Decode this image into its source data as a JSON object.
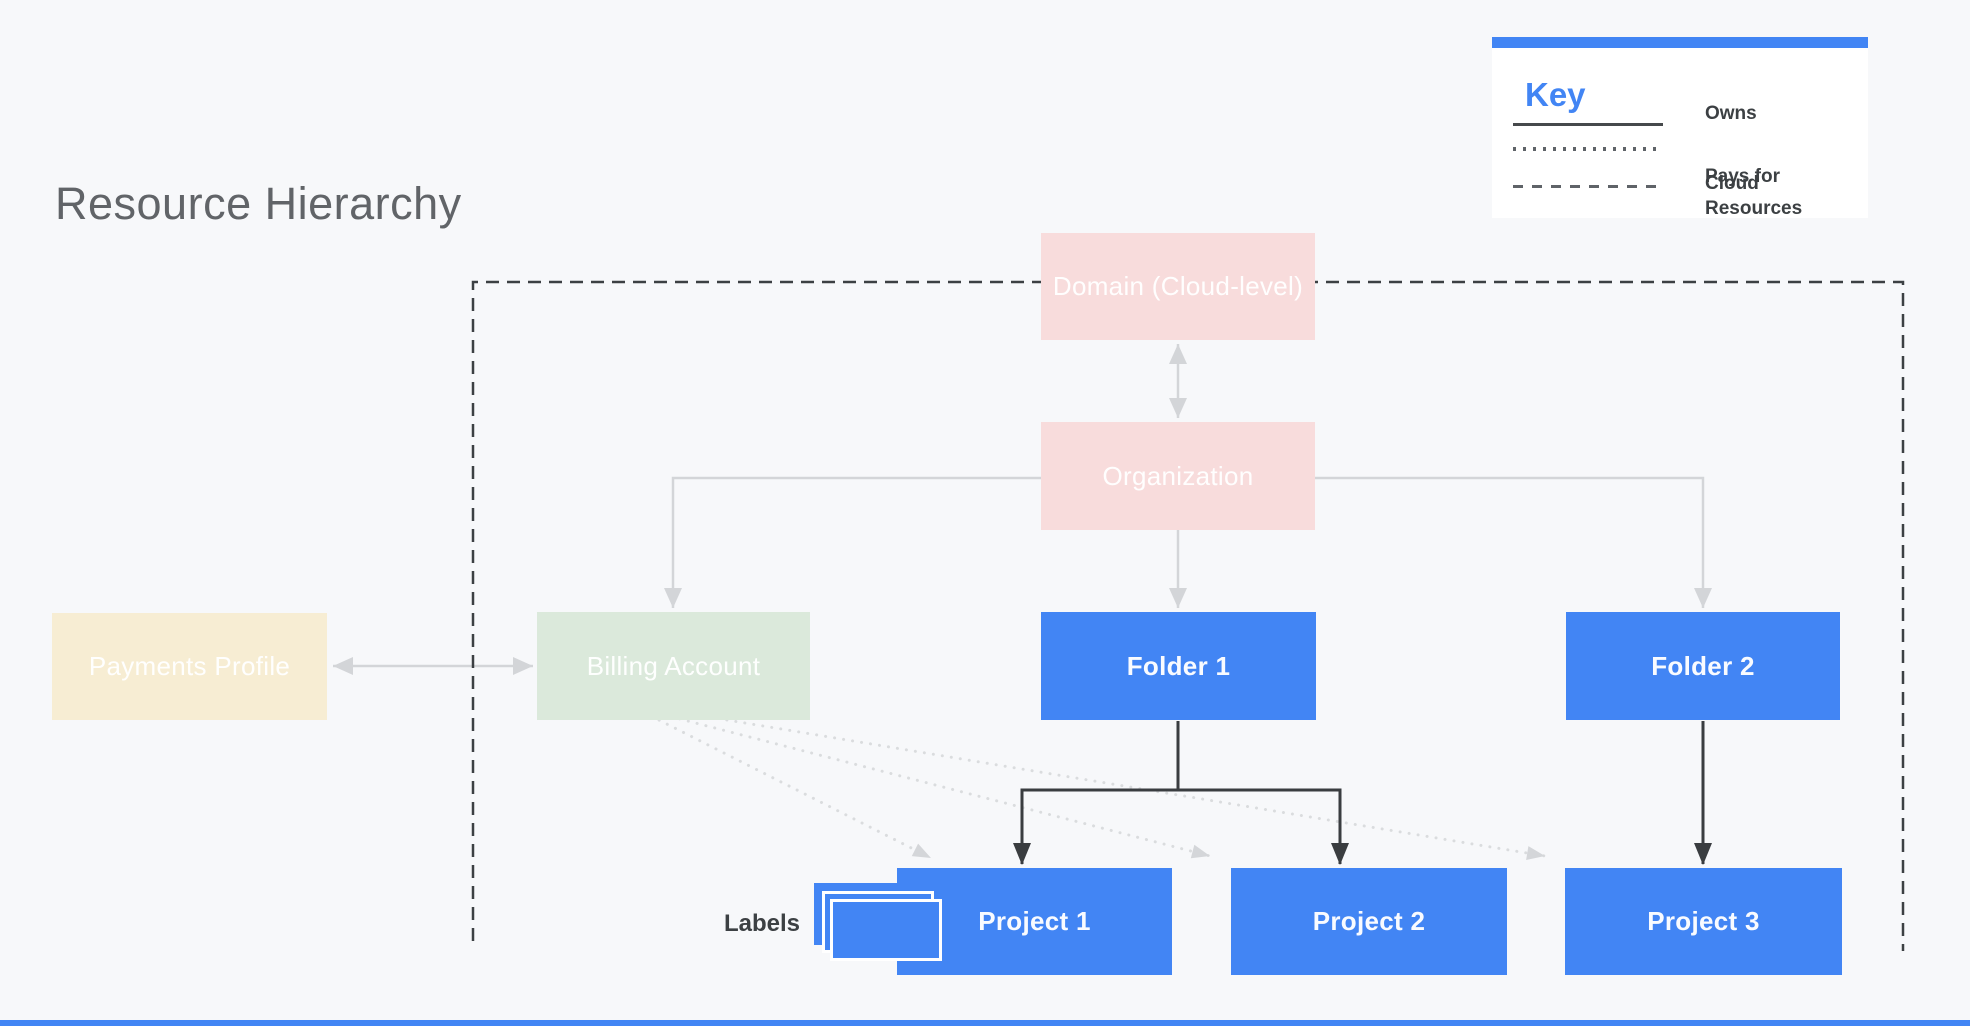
{
  "title": "Resource Hierarchy",
  "key": {
    "heading": "Key",
    "items": [
      {
        "style": "solid",
        "label": "Owns"
      },
      {
        "style": "dotted",
        "label": "Pays for"
      },
      {
        "style": "dashed",
        "label": "Cloud Resources"
      }
    ]
  },
  "nodes": {
    "domain": {
      "label": "Domain (Cloud-level)",
      "color": "#f8dcdc"
    },
    "organization": {
      "label": "Organization",
      "color": "#f8dcdc"
    },
    "payments_profile": {
      "label": "Payments Profile",
      "color": "#f7edd3"
    },
    "billing_account": {
      "label": "Billing Account",
      "color": "#dbe9db"
    },
    "folder1": {
      "label": "Folder 1",
      "color": "#4285f4"
    },
    "folder2": {
      "label": "Folder 2",
      "color": "#4285f4"
    },
    "project1": {
      "label": "Project 1",
      "color": "#4285f4"
    },
    "project2": {
      "label": "Project 2",
      "color": "#4285f4"
    },
    "project3": {
      "label": "Project 3",
      "color": "#4285f4"
    }
  },
  "annotations": {
    "labels_tag": "Labels"
  },
  "colors": {
    "background": "#f7f8fa",
    "accent_blue": "#4285f4",
    "pink": "#f8dcdc",
    "green": "#dbe9db",
    "cream": "#f7edd3",
    "connector_gray": "#d3d5d8",
    "connector_dark": "#3a3d40",
    "dotted_gray": "#dadcde",
    "dashed_border": "#3c4043",
    "title_gray": "#616468"
  }
}
